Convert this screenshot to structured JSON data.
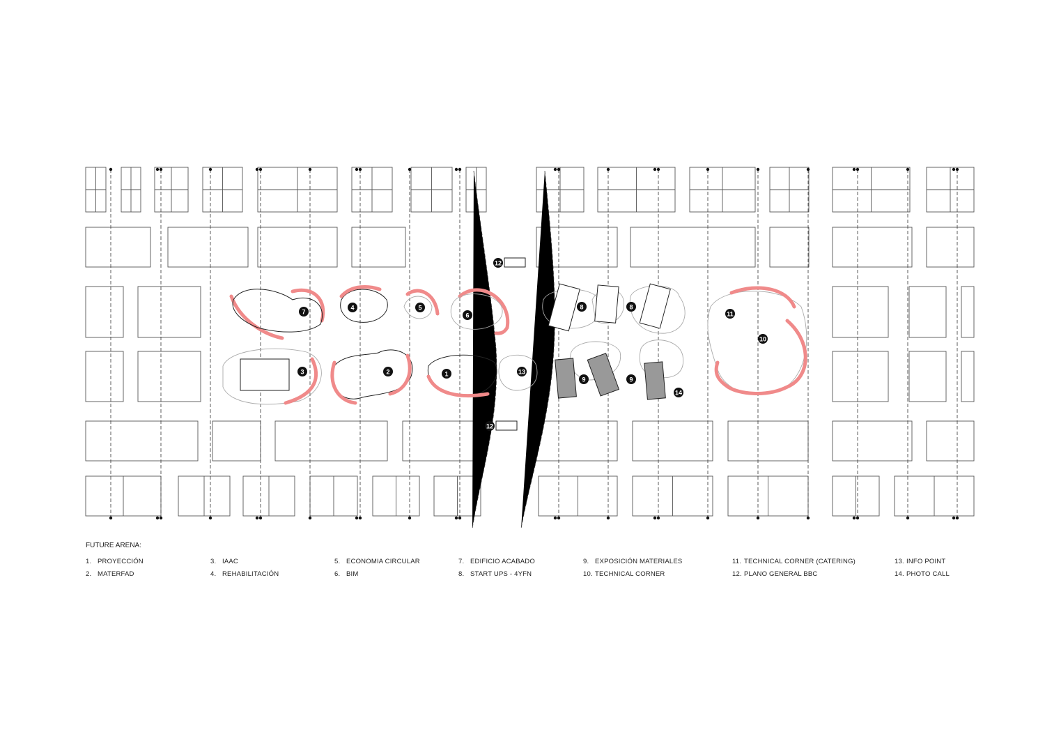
{
  "legend": {
    "title": "FUTURE ARENA:",
    "items": [
      {
        "num": "1.",
        "label": "PROYECCIÓN"
      },
      {
        "num": "2.",
        "label": "MATERFAD"
      },
      {
        "num": "3.",
        "label": "IAAC"
      },
      {
        "num": "4.",
        "label": "REHABILITACIÓN"
      },
      {
        "num": "5.",
        "label": "ECONOMIA CIRCULAR"
      },
      {
        "num": "6.",
        "label": "BIM"
      },
      {
        "num": "7.",
        "label": "EDIFICIO ACABADO"
      },
      {
        "num": "8.",
        "label": "START UPS - 4YFN"
      },
      {
        "num": "9.",
        "label": "EXPOSICIÓN MATERIALES"
      },
      {
        "num": "10.",
        "label": "TECHNICAL CORNER"
      },
      {
        "num": "11.",
        "label": "TECHNICAL CORNER (CATERING)"
      },
      {
        "num": "12.",
        "label": "PLANO GENERAL BBC"
      },
      {
        "num": "13.",
        "label": "INFO POINT"
      },
      {
        "num": "14.",
        "label": "PHOTO CALL"
      }
    ]
  },
  "markers": [
    "7",
    "4",
    "5",
    "6",
    "3",
    "2",
    "1",
    "13",
    "12",
    "12",
    "8",
    "8",
    "9",
    "9",
    "14",
    "11",
    "10"
  ],
  "colors": {
    "highlight": "#f08a8a",
    "lines": "#555555"
  }
}
